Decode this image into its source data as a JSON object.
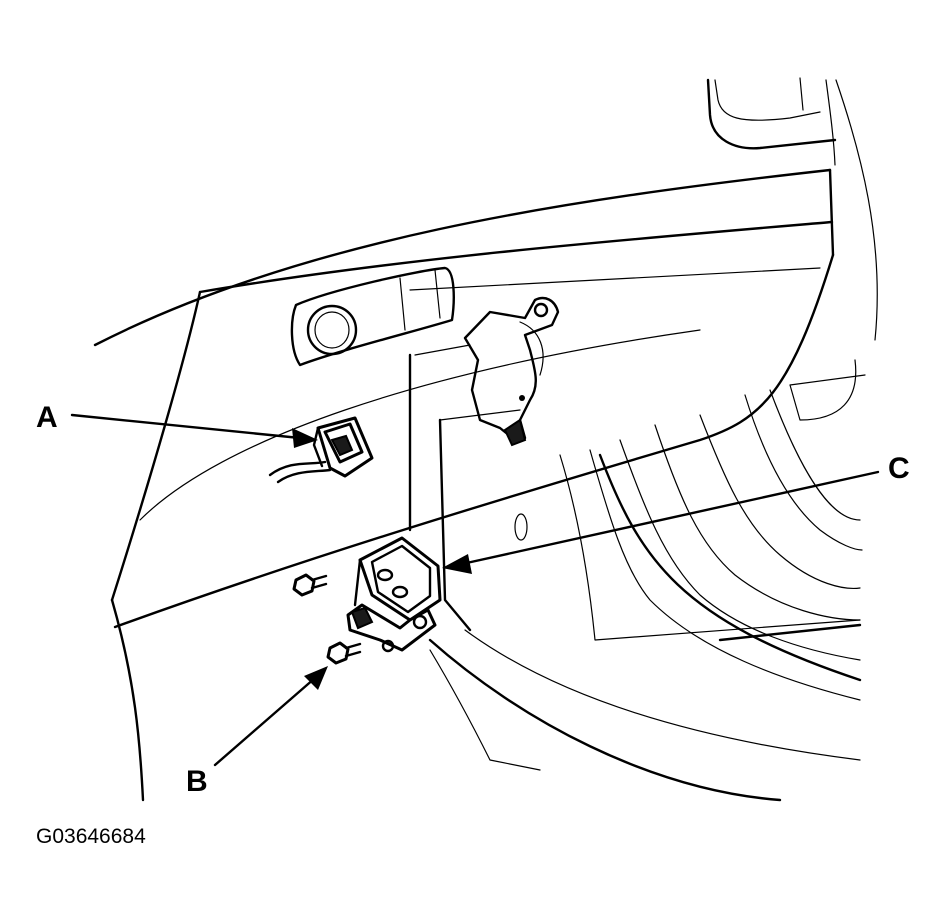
{
  "callouts": {
    "a": "A",
    "b": "B",
    "c": "C"
  },
  "figure_id": "G03646684",
  "colors": {
    "line": "#000000",
    "background": "#ffffff"
  }
}
